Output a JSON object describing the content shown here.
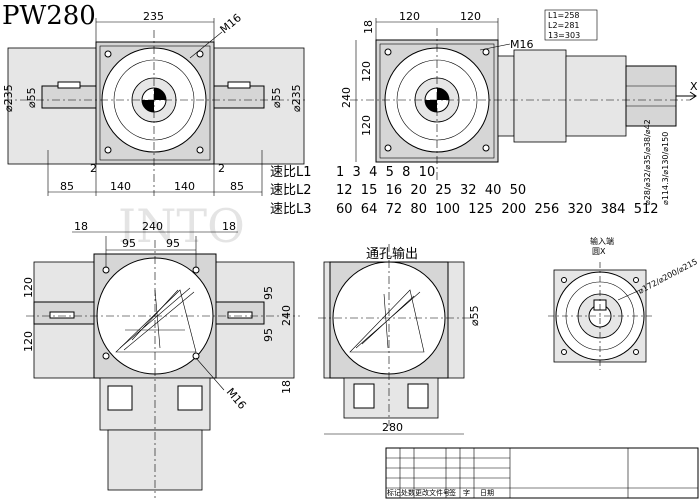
{
  "model": "PW280",
  "watermark": "INTO",
  "top_left_view": {
    "dim_width": "235",
    "dim_bolt": "M16",
    "dia_left": "⌀235",
    "dia_shaft_left": "⌀55",
    "dia_shaft_right": "⌀55",
    "dia_right": "⌀235",
    "gap_left": "2",
    "gap_right": "2",
    "bottom_dims": [
      "85",
      "140",
      "140",
      "85"
    ]
  },
  "top_right_view": {
    "dim_top": [
      "120",
      "120"
    ],
    "dim_left_small": "18",
    "dim_bolt": "M16",
    "dim_left": [
      "120",
      "120"
    ],
    "dim_height": "240",
    "lengths": [
      "L1=258",
      "L2=281",
      "13=303"
    ],
    "x_label": "X",
    "flange_dims": "⌀28/⌀32/⌀35/⌀38/⌀42",
    "flange_dims2": "⌀114.3/⌀130/⌀150"
  },
  "ratios": [
    {
      "label": "速比L1",
      "values": "1  3  4  5  8  10"
    },
    {
      "label": "速比L2",
      "values": "12  15  16  20  25  32  40  50"
    },
    {
      "label": "速比L3",
      "values": "60  64  72  80  100  125  200  256  320  384  512"
    }
  ],
  "bottom_left_view": {
    "dim_top": [
      "18",
      "240",
      "18"
    ],
    "dim_inner": [
      "95",
      "95"
    ],
    "dim_left": [
      "120",
      "120"
    ],
    "dim_right": [
      "95",
      "240",
      "95"
    ],
    "dim_bolt": "M16",
    "dim_bottom": "18"
  },
  "bottom_middle_view": {
    "title": "通孔输出",
    "dia": "⌀55",
    "dim_width": "280"
  },
  "bottom_right_view": {
    "label_top": "输入端",
    "label_sub": "圆X",
    "dia": "⌀172/⌀200/⌀215"
  },
  "title_block": {
    "cells": [
      "标记",
      "处数",
      "更改文件号",
      "签",
      "字",
      "日期"
    ]
  }
}
